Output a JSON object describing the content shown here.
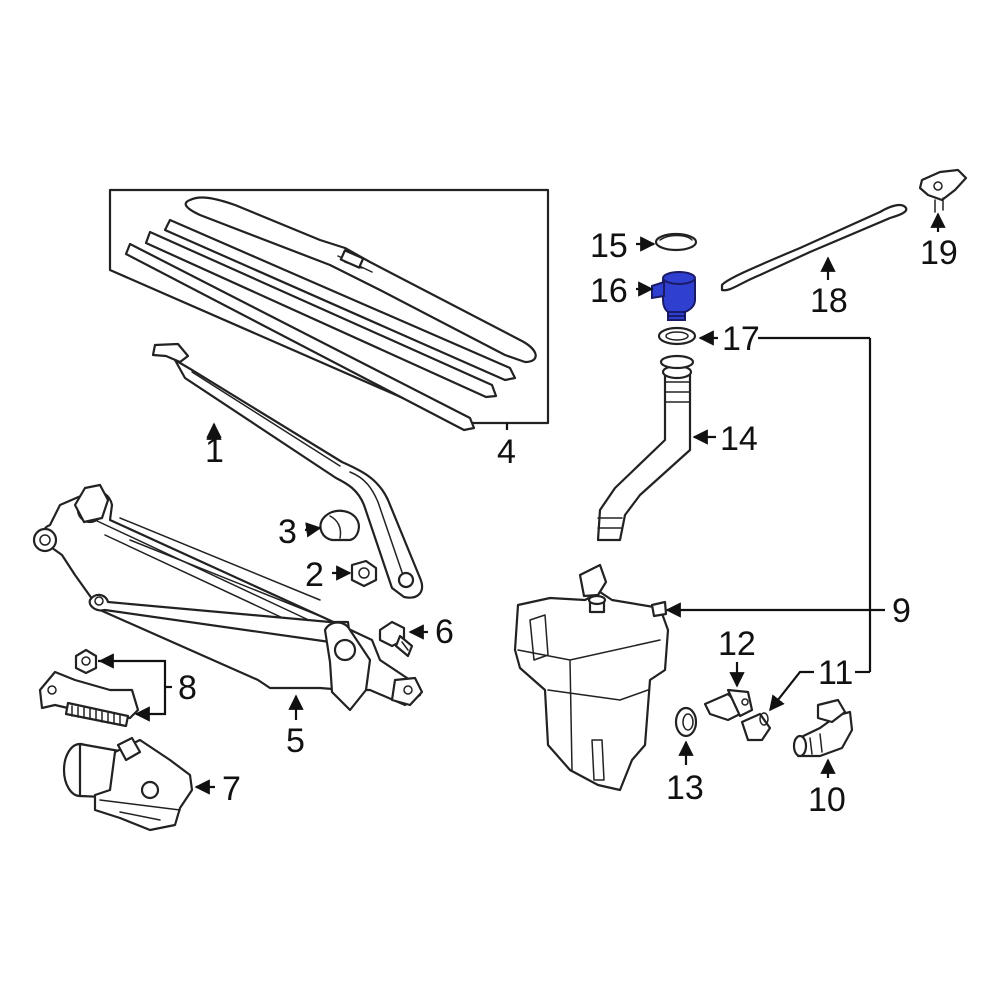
{
  "diagram": {
    "highlight_color": "#2f3fd0",
    "callouts": [
      "1",
      "2",
      "3",
      "4",
      "5",
      "6",
      "7",
      "8",
      "9",
      "10",
      "11",
      "12",
      "13",
      "14",
      "15",
      "16",
      "17",
      "18",
      "19"
    ]
  }
}
